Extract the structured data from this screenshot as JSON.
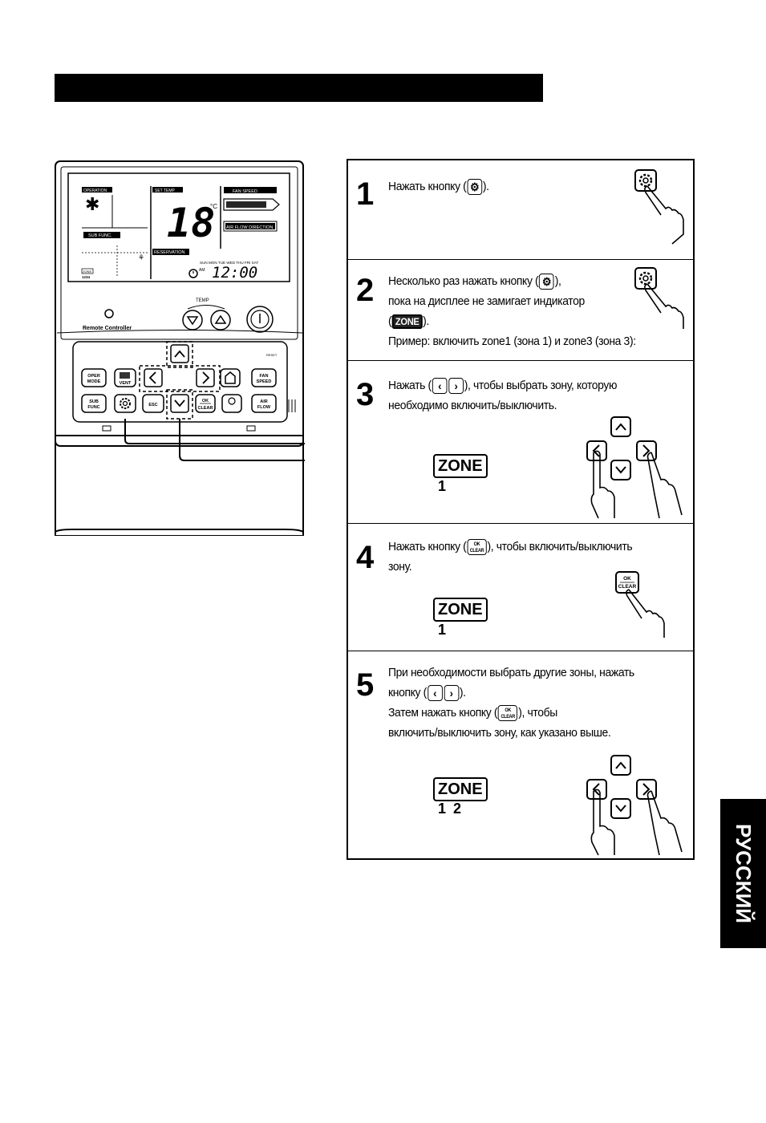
{
  "device": {
    "display": {
      "operation": "OPERATION",
      "set_temp": "SET TEMP",
      "fan_speed": "FAN SPEED",
      "temp_value": "18",
      "temp_unit": "°C",
      "air_flow_direction": "AIR FLOW DIRECTION",
      "sub_func": "SUB FUNC.",
      "reservation": "RESERVATION",
      "days": "SUN MON TUE WED THU FRI SAT",
      "am": "AM",
      "time": "12:00",
      "zone_label": "ZONE",
      "zone_digits": "1234"
    },
    "remote_label": "Remote Controller",
    "temp_label": "TEMP",
    "buttons": {
      "oper_mode": "OPER MODE",
      "vent": "VENT",
      "fan_speed": "FAN SPEED",
      "sub_func": "SUB FUNC",
      "esc": "ESC",
      "ok": "OK",
      "clear": "CLEAR",
      "air_flow": "AIR FLOW"
    }
  },
  "steps": [
    {
      "number": "1",
      "lines": [
        "Нажать кнопку (",
        ")."
      ]
    },
    {
      "number": "2",
      "line1a": "Несколько раз нажать кнопку (",
      "line1b": "),",
      "line2": "пока на дисплее не замигает индикатор",
      "line3a": "(",
      "line3b": ").",
      "line4": "Пример: включить zone1 (зона 1) и zone3 (зона 3):",
      "zone_tag": "ZONE"
    },
    {
      "number": "3",
      "line1a": "Нажать (",
      "line1b": "), чтобы выбрать зону, которую",
      "line2": "необходимо включить/выключить.",
      "zone": "ZONE",
      "zone_num": "1"
    },
    {
      "number": "4",
      "line1a": "Нажать кнопку (",
      "line1b": "), чтобы включить/выключить",
      "line2": "зону.",
      "zone": "ZONE",
      "zone_num": "1"
    },
    {
      "number": "5",
      "line1": "При необходимости выбрать другие зоны, нажать",
      "line2a": "кнопку (",
      "line2b": ").",
      "line3a": "Затем нажать кнопку (",
      "line3b": "), чтобы",
      "line4": "включить/выключить зону, как указано выше.",
      "zone": "ZONE",
      "zone_num": "1 2"
    }
  ],
  "icons": {
    "ok_clear_top": "OK",
    "ok_clear_bottom": "CLEAR"
  },
  "side_tab": "РУССКИЙ"
}
